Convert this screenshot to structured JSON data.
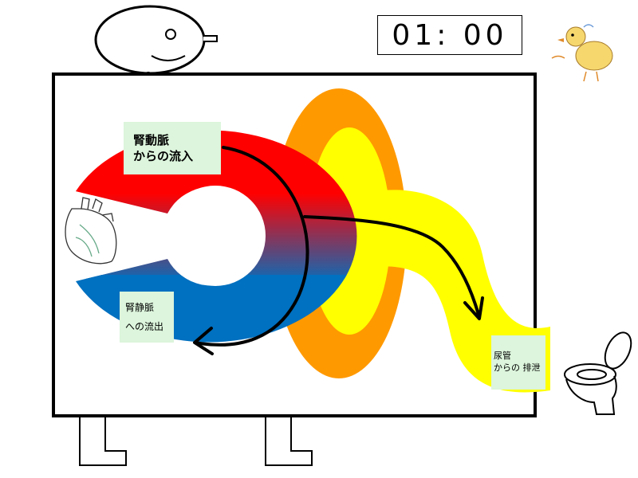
{
  "timer": {
    "text": "01: 00"
  },
  "labels": {
    "artery": {
      "line1": "腎動脈",
      "line2": "からの流入"
    },
    "vein": {
      "line1": "腎静脈",
      "line2": "への流出"
    },
    "ureter": {
      "line1": "尿管",
      "line2": "からの 排泄"
    }
  },
  "colors": {
    "artery": "#ff0000",
    "vein": "#0070c0",
    "urine": "#ffff00",
    "kidney_back": "#ff9900",
    "label_bg": "#dcf5dc",
    "outline": "#000000",
    "chick": "#f5d76e"
  },
  "icons": [
    "face-icon",
    "chick-icon",
    "heart-icon",
    "toilet-icon",
    "flow-arrow-icon"
  ]
}
